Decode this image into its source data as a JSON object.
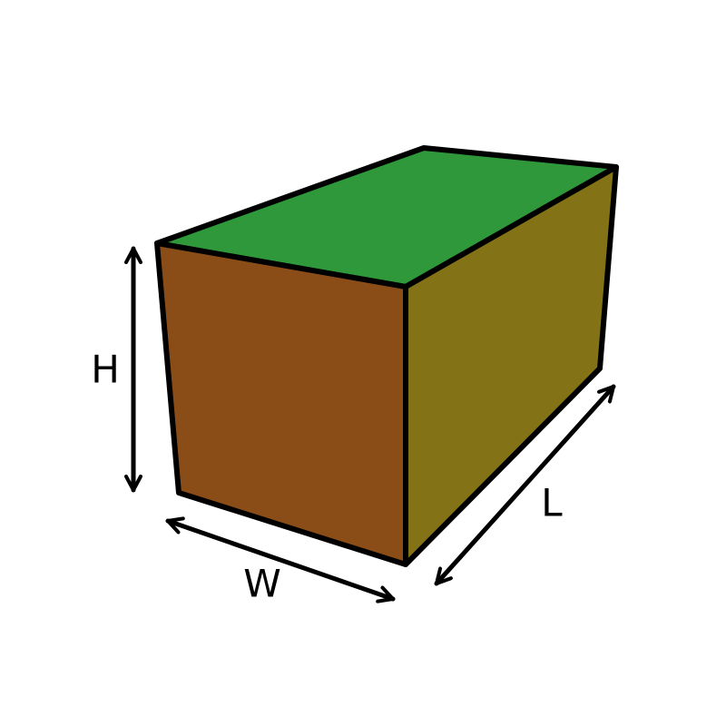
{
  "labels": {
    "height": "H",
    "width": "W",
    "length": "L"
  },
  "colors": {
    "top_face": "#2e983a",
    "front_face": "#8b4d18",
    "side_face": "#837316",
    "outline": "#000000",
    "background": "#ffffff"
  }
}
